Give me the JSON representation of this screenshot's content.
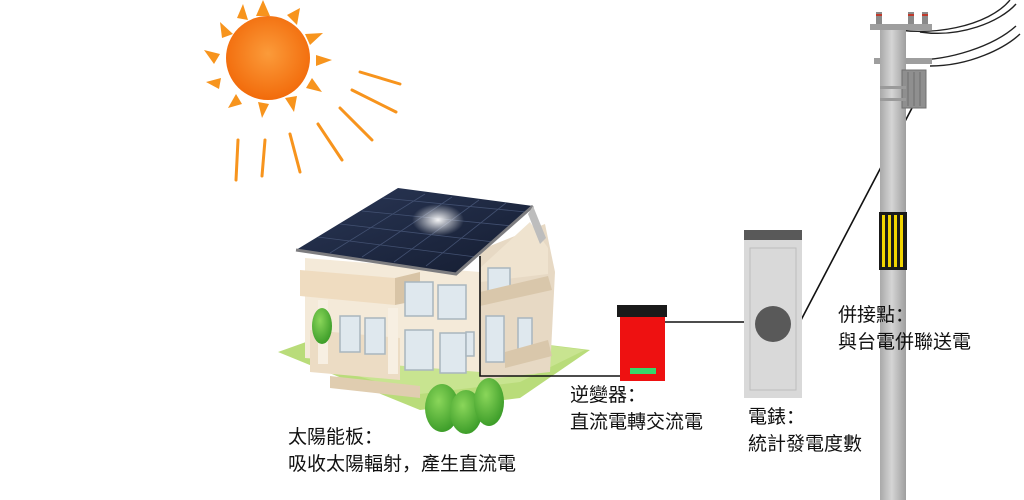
{
  "labels": {
    "solar_panel": {
      "title": "太陽能板：",
      "desc": "吸收太陽輻射，產生直流電"
    },
    "inverter": {
      "title": "逆變器：",
      "desc": "直流電轉交流電"
    },
    "meter": {
      "title": "電錶：",
      "desc": "統計發電度數"
    },
    "grid": {
      "title": "併接點：",
      "desc": "與台電併聯送電"
    }
  },
  "colors": {
    "sun_outer": "#f7941d",
    "sun_inner": "#f26b0b",
    "inverter_body": "#ee1111",
    "inverter_top": "#1a1a1a",
    "inverter_indicator": "#37d86b",
    "meter_body": "#d9d9d9",
    "meter_dial": "#595959",
    "pole": "#bdbdbd",
    "pole_marker": "#f2d400",
    "wire": "#111111",
    "panel": "#1f2a44",
    "grass": "#b9dc7a",
    "bush": "#54b935"
  }
}
